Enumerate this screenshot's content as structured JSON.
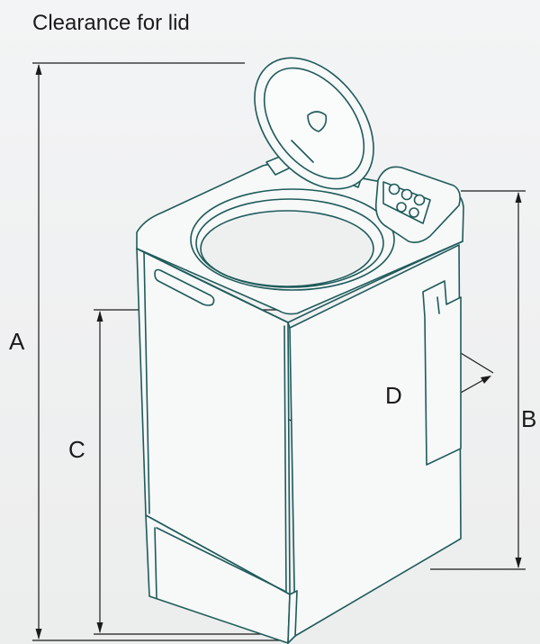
{
  "title": "Clearance for lid",
  "dimensions": {
    "a": "A",
    "b": "B",
    "c": "C",
    "d": "D"
  },
  "colors": {
    "line": "#1f5b5b",
    "dimension": "#1b1b1b",
    "background": "#f1f2f2",
    "body_fill": "#f7f8f8"
  }
}
